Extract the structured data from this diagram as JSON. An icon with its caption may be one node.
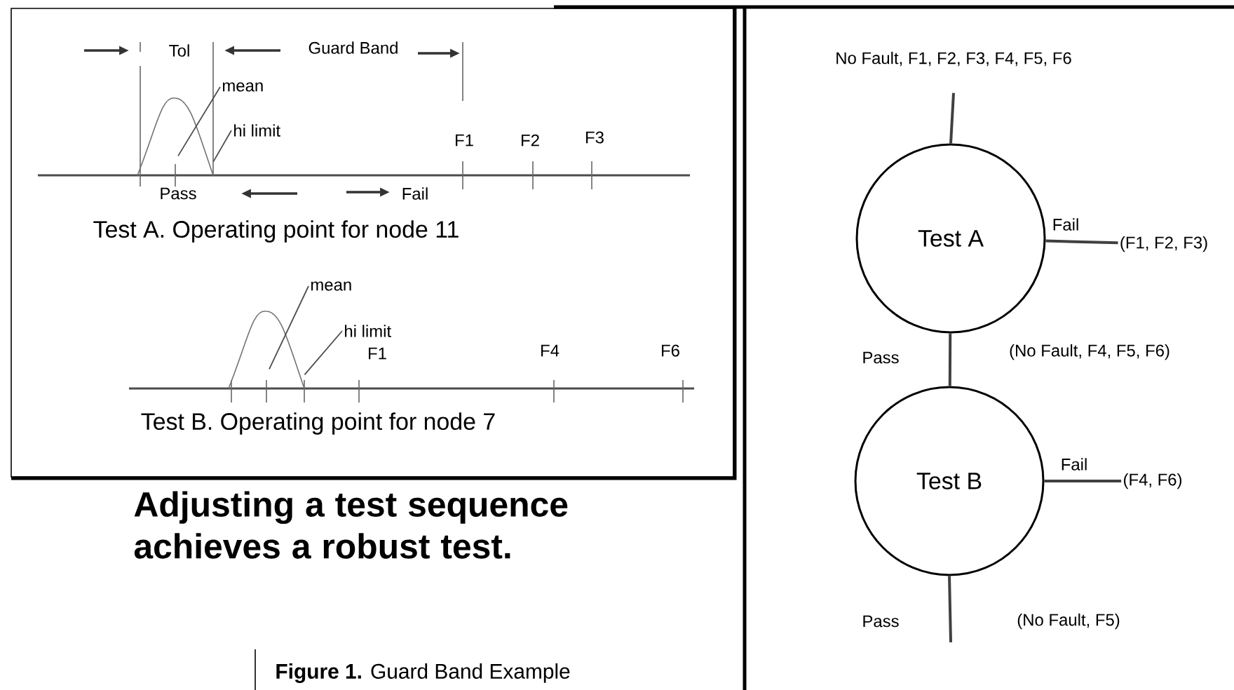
{
  "diagram": {
    "title": "Adjusting a test sequence achieves a robust test.",
    "caption": "**Figure 1.** Guard Band Example",
    "nodes": [
      {
        "text": [
          "Test A. Operating point for node 11",
          "Test B. Operating point for node 7"
        ]
      },
      {
        "text": [
          "mean"
        ],
        "in": 0
      },
      {
        "text": [
          "hi limit"
        ],
        "in": 0
      },
      {
        "text": [
          "mean"
        ],
        "in": 0
      },
      {
        "text": [
          "hi limit"
        ],
        "in": 0
      },
      {
        "text": [
          "No Fault, F1, F2, F3, F4, F5, F6"
        ]
      },
      {
        "text": [
          "Test A"
        ]
      },
      {
        "text": [
          "(F1, F2, F3)"
        ]
      },
      {
        "text": [
          "Test B"
        ]
      },
      {
        "text": [
          "(F4, F6)"
        ]
      },
      {
        "text": [],
        "shape": "curve",
        "in": 0
      },
      {
        "text": [],
        "shape": "curve",
        "in": 0
      }
    ],
    "edges": [
      {
        "from": 1,
        "to": 10,
        "arrow": "none"
      },
      {
        "from": 2,
        "to": 10,
        "arrow": "none"
      },
      {
        "from": 3,
        "to": 11,
        "arrow": "none"
      },
      {
        "from": 4,
        "to": 11,
        "arrow": "none"
      },
      {
        "from": 5,
        "to": 6,
        "arrow": "none"
      },
      {
        "from": 6,
        "to": 7,
        "arrow": "none",
        "label": "Fail"
      },
      {
        "from": 6,
        "to": 8,
        "arrow": "none",
        "label": "Pass"
      },
      {
        "from": 8,
        "to": 9,
        "arrow": "none",
        "label": "Fail"
      },
      {
        "from": 8,
        "to": null,
        "arrow": "none",
        "label": "Pass"
      }
    ],
    "labels": [
      "Tol",
      "Guard Band",
      "F1",
      "F2",
      "F3",
      "Pass",
      "Fail",
      "F1",
      "F4",
      "F6",
      "(No Fault, F4, F5, F6)",
      "(No Fault, F5)"
    ]
  }
}
